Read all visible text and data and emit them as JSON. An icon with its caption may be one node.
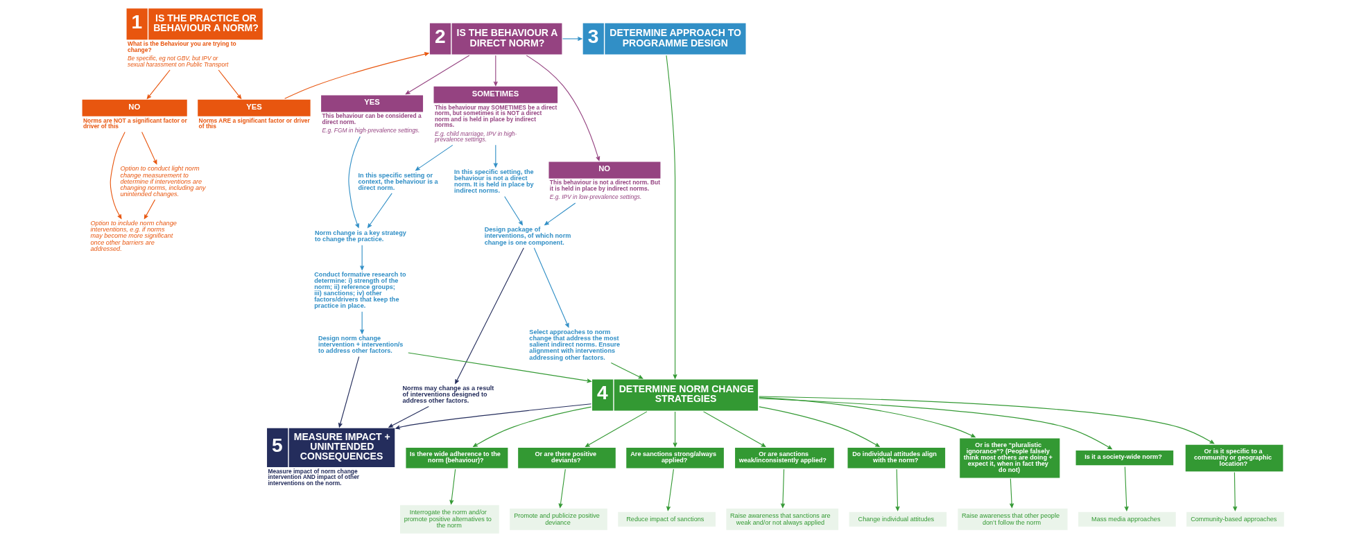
{
  "diagram": {
    "nodes": [
      {
        "text": [
          "1",
          "IS THE PRACTICE OR BEHAVIOUR A NORM?"
        ],
        "beside": [
          "What is the Behaviour you are trying to change?",
          "Be specific, eg not GBV, but IPV or sexual harassment on Public Transport"
        ]
      },
      {
        "text": [
          "NO"
        ],
        "beside": [
          "Norms are NOT a significant factor or driver of this"
        ]
      },
      {
        "text": [
          "YES"
        ],
        "beside": [
          "Norms ARE a significant factor or driver of this"
        ]
      },
      {
        "text": [
          "Option to conduct light norm change measurement to determine if interventions are changing norms, including any unintended changes."
        ]
      },
      {
        "text": [
          "Option to include norm change interventions, e.g. if norms may become more significant once other barriers are addressed."
        ]
      },
      {
        "text": [
          "2",
          "IS THE BEHAVIOUR A DIRECT NORM?"
        ]
      },
      {
        "text": [
          "NO"
        ],
        "beside": [
          "This behaviour is not a direct norm. But it is held in place by indirect norms.",
          "E.g. IPV in low-prevalence settings."
        ]
      },
      {
        "text": [
          "SOMETIMES"
        ],
        "beside": [
          "This behaviour may SOMETIMES be a direct norm, but sometimes it is NOT a direct norm and is held in place by indirect norms.",
          "E.g. child marriage, IPV in high-prevalence settings."
        ]
      },
      {
        "text": [
          "YES"
        ],
        "beside": [
          "This behaviour can be considered a direct norm.",
          "E.g. FGM in high-prevalence settings."
        ]
      },
      {
        "text": [
          "3",
          "DETERMINE APPROACH TO PROGRAMME DESIGN"
        ]
      },
      {
        "text": [
          "Design package of interventions, of which norm change is one component."
        ]
      },
      {
        "text": [
          "In this specific setting, the behaviour is not a direct norm. It is held in place by indirect norms."
        ]
      },
      {
        "text": [
          "In this specific setting or context, the behaviour is a direct norm."
        ]
      },
      {
        "text": [
          "Norm change is a key strategy to change the practice."
        ]
      },
      {
        "text": [
          "Select approaches to norm change that address the most salient indirect norms. Ensure alignment with interventions addressing other factors."
        ]
      },
      {
        "text": [
          "Design norm change intervention + intervention/s to address other factors."
        ]
      },
      {
        "text": [
          "Conduct formative research to determine: i) strength of the norm; ii) reference groups; iii) sanctions; iv) other factors/drivers that keep the practice in place."
        ]
      },
      {
        "text": [
          "Norms may change as a result of interventions designed to address other factors."
        ]
      },
      {
        "text": [
          "5",
          "MEASURE IMPACT + UNINTENDED CONSEQUENCES"
        ],
        "beside": [
          "Measure impact of norm change intervention AND impact of other interventions on the norm."
        ]
      },
      {
        "text": [
          "4",
          "DETERMINE NORM CHANGE STRATEGIES"
        ]
      },
      {
        "text": [
          "Is it a society-wide norm?"
        ]
      },
      {
        "text": [
          "Or is it specific to a community or geographic location?"
        ]
      },
      {
        "text": [
          "Is there wide adherence to the norm (behaviour)?"
        ]
      },
      {
        "text": [
          "Or are there positive deviants?"
        ]
      },
      {
        "text": [
          "Are sanctions strong/always applied?"
        ]
      },
      {
        "text": [
          "Or are sanctions weak/inconsistently applied?"
        ]
      },
      {
        "text": [
          "Do individual attitudes align with the norm?"
        ]
      },
      {
        "text": [
          "Or is there “pluralistic ignorance”? (People falsely think most others are doing + expect it, when in fact they do not)"
        ]
      },
      {
        "text": [
          "Mass media approaches"
        ]
      },
      {
        "text": [
          "Community-based approaches"
        ]
      },
      {
        "text": [
          "Interrogate the norm and/or promote positive alternatives to the norm"
        ]
      },
      {
        "text": [
          "Promote and publicize positive deviance"
        ]
      },
      {
        "text": [
          "Reduce impact of sanctions"
        ]
      },
      {
        "text": [
          "Raise awareness that sanctions are weak and/or not always applied"
        ]
      },
      {
        "text": [
          "Change individual attitudes"
        ]
      },
      {
        "text": [
          "Raise awareness that other people don’t follow the norm"
        ]
      }
    ],
    "edges": [
      {
        "from": 0,
        "to": 1,
        "arrow": "to",
        "color": "#e8560f"
      },
      {
        "from": 0,
        "to": 2,
        "arrow": "to",
        "color": "#e8560f"
      },
      {
        "from": 2,
        "to": 5,
        "arrow": "to",
        "color": "#e8560f"
      },
      {
        "from": 1,
        "to": 3,
        "arrow": "to",
        "color": "#e8560f"
      },
      {
        "from": 1,
        "to": 4,
        "arrow": "to",
        "color": "#e8560f"
      },
      {
        "from": 3,
        "to": 4,
        "arrow": "to",
        "color": "#e8560f"
      },
      {
        "from": 5,
        "to": 6,
        "arrow": "to",
        "color": "#954381"
      },
      {
        "from": 5,
        "to": 7,
        "arrow": "to",
        "color": "#954381"
      },
      {
        "from": 5,
        "to": 8,
        "arrow": "to",
        "color": "#954381"
      },
      {
        "from": 5,
        "to": 9,
        "arrow": "to",
        "color": "#318fc6"
      },
      {
        "from": 6,
        "to": 10,
        "arrow": "to",
        "color": "#318fc6"
      },
      {
        "from": 7,
        "to": 11,
        "arrow": "to",
        "color": "#318fc6"
      },
      {
        "from": 7,
        "to": 12,
        "arrow": "to",
        "color": "#318fc6"
      },
      {
        "from": 8,
        "to": 13,
        "arrow": "to",
        "color": "#318fc6"
      },
      {
        "from": 11,
        "to": 10,
        "arrow": "to",
        "color": "#318fc6"
      },
      {
        "from": 12,
        "to": 13,
        "arrow": "to",
        "color": "#318fc6"
      },
      {
        "from": 10,
        "to": 14,
        "arrow": "to",
        "color": "#318fc6"
      },
      {
        "from": 10,
        "to": 17,
        "arrow": "to",
        "color": "#242d5c"
      },
      {
        "from": 13,
        "to": 16,
        "arrow": "to",
        "color": "#318fc6"
      },
      {
        "from": 16,
        "to": 15,
        "arrow": "to",
        "color": "#318fc6"
      },
      {
        "from": 15,
        "to": 18,
        "arrow": "to",
        "color": "#242d5c"
      },
      {
        "from": 15,
        "to": 19,
        "arrow": "to"
      },
      {
        "from": 9,
        "to": 19,
        "arrow": "to"
      },
      {
        "from": 14,
        "to": 19,
        "arrow": "to"
      },
      {
        "from": 17,
        "to": 18,
        "arrow": "to",
        "color": "#242d5c"
      },
      {
        "from": 19,
        "to": 18,
        "arrow": "to",
        "color": "#242d5c"
      },
      {
        "from": 19,
        "to": 20,
        "arrow": "to"
      },
      {
        "from": 19,
        "to": 21,
        "arrow": "to"
      },
      {
        "from": 19,
        "to": 22,
        "arrow": "to"
      },
      {
        "from": 19,
        "to": 23,
        "arrow": "to"
      },
      {
        "from": 19,
        "to": 24,
        "arrow": "to"
      },
      {
        "from": 19,
        "to": 25,
        "arrow": "to"
      },
      {
        "from": 19,
        "to": 26,
        "arrow": "to"
      },
      {
        "from": 19,
        "to": 27,
        "arrow": "to"
      },
      {
        "from": 20,
        "to": 28,
        "arrow": "to"
      },
      {
        "from": 21,
        "to": 29,
        "arrow": "to"
      },
      {
        "from": 22,
        "to": 30,
        "arrow": "to"
      },
      {
        "from": 23,
        "to": 31,
        "arrow": "to"
      },
      {
        "from": 24,
        "to": 32,
        "arrow": "to"
      },
      {
        "from": 25,
        "to": 33,
        "arrow": "to"
      },
      {
        "from": 26,
        "to": 34,
        "arrow": "to"
      },
      {
        "from": 27,
        "to": 35,
        "arrow": "to"
      }
    ]
  }
}
